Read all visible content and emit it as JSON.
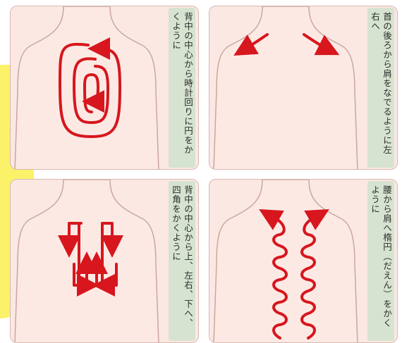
{
  "panels": [
    {
      "caption": "背中の中心から時計回りに円をかくように"
    },
    {
      "caption": "首の後ろから肩をなでるように左右へ"
    },
    {
      "caption": "背中の中心から上、左右、下へ、四角をかくように"
    },
    {
      "caption": "腰から肩へ楕円（だえん）をかくように"
    }
  ],
  "colors": {
    "arrow": "#d7161d",
    "skin": "#fde9e4",
    "outline": "#c9a79f",
    "caption_bg": "#d6e3d0"
  }
}
